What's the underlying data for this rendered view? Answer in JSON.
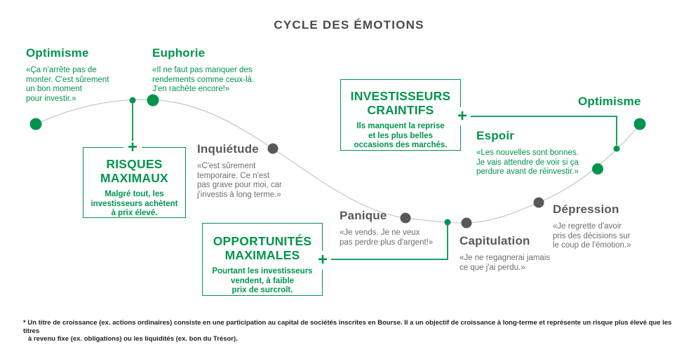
{
  "title": "CYCLE DES ÉMOTIONS",
  "colors": {
    "green": "#00954e",
    "gray_heading": "#58595b",
    "gray_quote": "#6d6e71",
    "curve": "#c8c9cb",
    "title": "#4a4a4c"
  },
  "icons": {
    "plus": "+"
  },
  "stages": [
    {
      "label": "Optimisme",
      "tone": "green",
      "quote": "«Ça n'arrête pas de\nmonter. C'est sûrement\nun bon moment\npour investir.»"
    },
    {
      "label": "Euphorie",
      "tone": "green",
      "quote": "«Il ne faut pas manquer des\nrendements comme ceux-là.\nJ'en rachète encore!»"
    },
    {
      "label": "Inquiétude",
      "tone": "gray",
      "quote": "«C'est sûrement\ntemporaire. Ce n'est\npas grave pour moi, car\nj'investis à long terme.»"
    },
    {
      "label": "Panique",
      "tone": "gray",
      "quote": "«Je vends. Je ne veux\npas perdre plus d'argent!»"
    },
    {
      "label": "Capitulation",
      "tone": "gray",
      "quote": "«Je ne regagnerai jamais\nce que j'ai perdu.»"
    },
    {
      "label": "Dépression",
      "tone": "gray",
      "quote": "«Je regrette d'avoir\npris des décisions sur\nle coup de l'émotion.»"
    },
    {
      "label": "Espoir",
      "tone": "green",
      "quote": "«Les nouvelles sont bonnes.\nJe vais attendre de voir si ça\nperdure avant de réinvestir.»"
    },
    {
      "label": "Optimisme",
      "tone": "green",
      "quote": ""
    }
  ],
  "callouts": [
    {
      "title": "RISQUES\nMAXIMAUX",
      "text": "Malgré tout, les\ninvestisseurs achètent\nà prix élevé."
    },
    {
      "title": "OPPORTUNITÉS\nMAXIMALES",
      "text": "Pourtant les investisseurs\nvendent, à faible\nprix de surcroît."
    },
    {
      "title": "INVESTISSEURS\nCRAINTIFS",
      "text": "Ils manquent la reprise\net les plus belles\noccasions des marchés."
    }
  ],
  "footnote": {
    "line1": "* Un titre de croissance (ex. actions ordinaires) consiste en une participation au capital de sociétés inscrites en Bourse. Il a un objectif de croissance à long-terme et représente un risque plus élevé que les titres",
    "line2": "à revenu fixe (ex. obligations) ou les liquidités (ex. bon du Trésor)."
  }
}
